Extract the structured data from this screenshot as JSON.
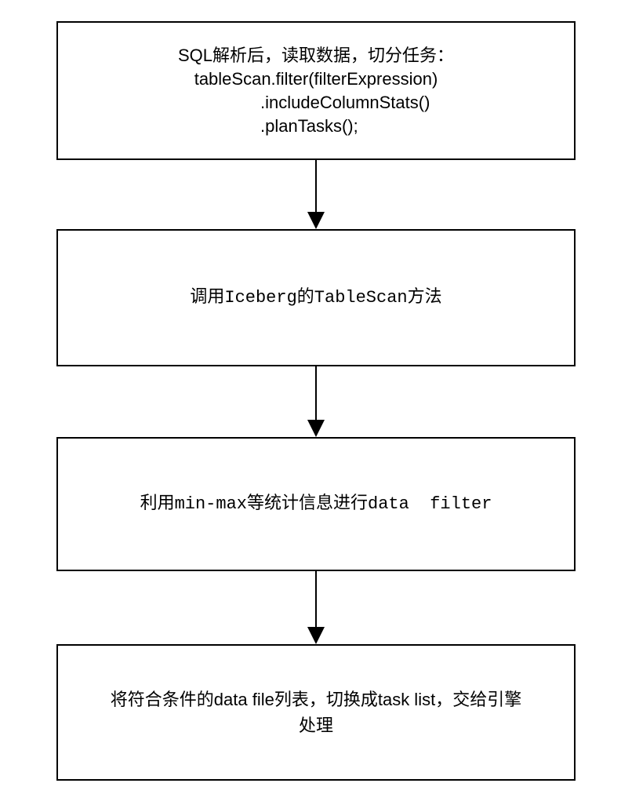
{
  "colors": {
    "line": "#000000",
    "text": "#000000",
    "background": "#ffffff"
  },
  "flowchart": {
    "boxes": [
      {
        "name": "sql-parse-plan-tasks",
        "lines": [
          "SQL解析后，读取数据，切分任务：",
          "tableScan.filter(filterExpression)",
          ".includeColumnStats()",
          ".planTasks();"
        ]
      },
      {
        "name": "call-iceberg-tablescan",
        "lines": [
          "调用Iceberg的TableScan方法"
        ]
      },
      {
        "name": "minmax-stats-data-filter",
        "lines": [
          "利用min-max等统计信息进行data  filter"
        ]
      },
      {
        "name": "convert-to-task-list",
        "lines": [
          "将符合条件的data file列表，切换成task list，交给引擎",
          "处理"
        ]
      }
    ],
    "arrows": [
      {
        "from": "step-1",
        "to": "step-2",
        "direction": "down"
      },
      {
        "from": "step-2",
        "to": "step-3",
        "direction": "down"
      },
      {
        "from": "step-3",
        "to": "step-4",
        "direction": "down"
      }
    ]
  }
}
